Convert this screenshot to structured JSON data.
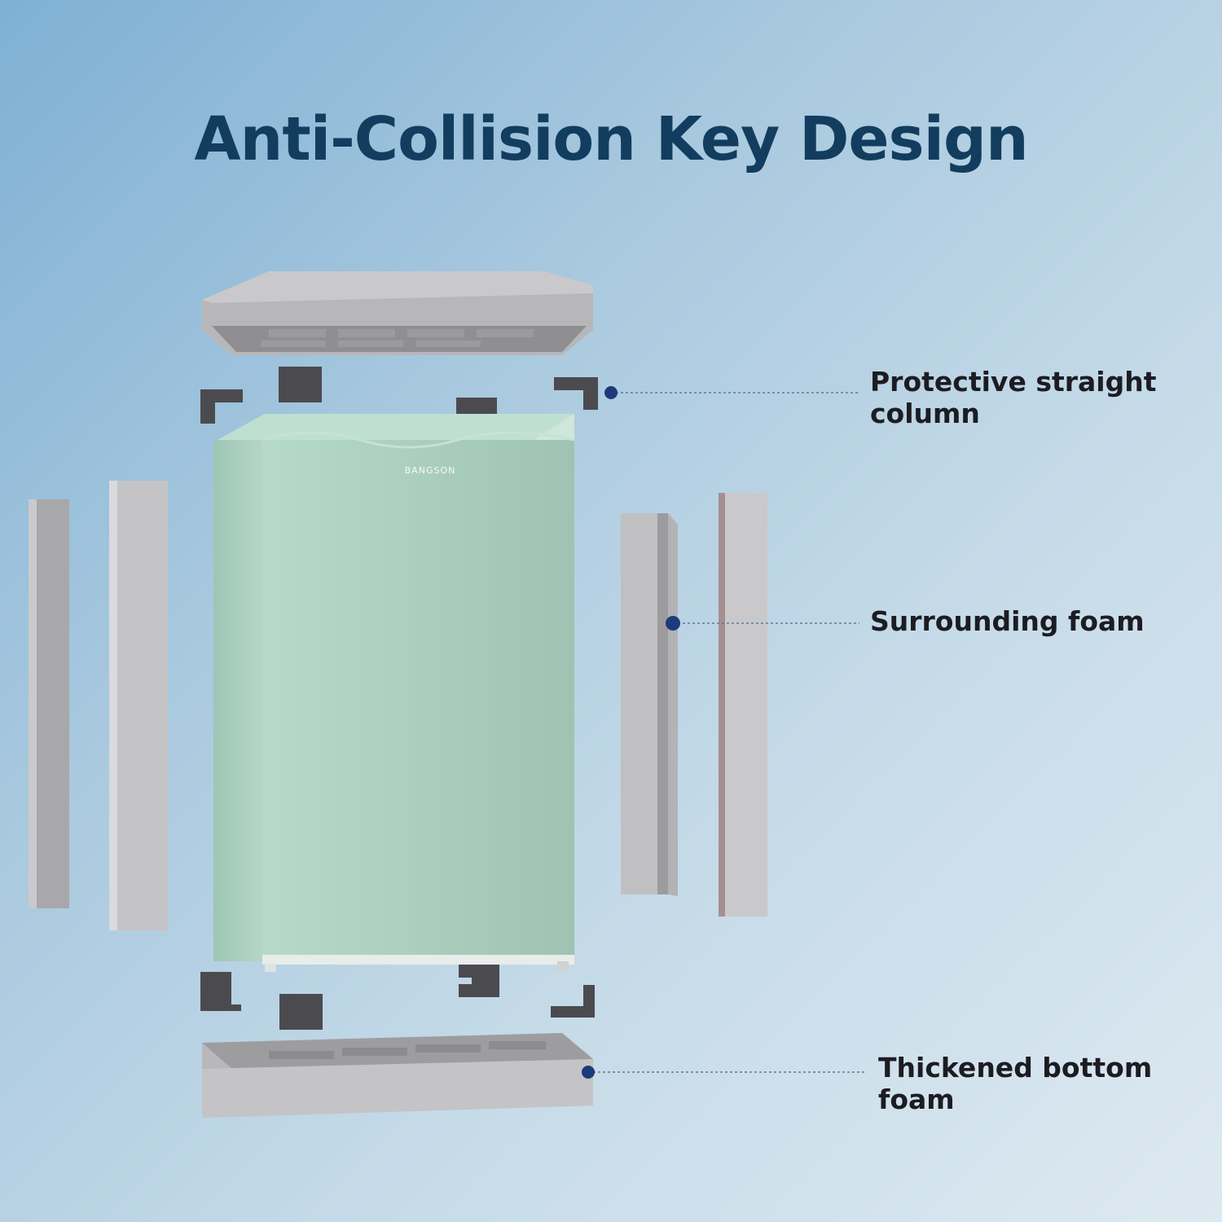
{
  "title": "Anti-Collision Key Design",
  "brand": "BANGSON",
  "callouts": {
    "column": {
      "line1": "Protective straight",
      "line2": "column"
    },
    "surround": {
      "line1": "Surrounding foam"
    },
    "bottom": {
      "line1": "Thickened bottom",
      "line2": "foam"
    }
  },
  "colors": {
    "title": "#123d5e",
    "callout_dot": "#1f3a7a",
    "fridge": "#a8d0bf",
    "foam": "#b4b4b6",
    "corner_block": "#4b4b4f"
  }
}
